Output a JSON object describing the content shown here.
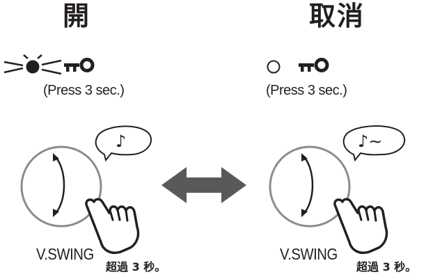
{
  "left_panel": {
    "title": "開",
    "press_hint": "(Press 3 sec.)",
    "button_label": "V.SWING",
    "duration_note": "超過 3 秒。",
    "indicator_state": "blinking",
    "speech_symbol": "♪",
    "icons": [
      "blinking-led-icon",
      "key-icon",
      "rotate-arrow-icon",
      "pressing-hand-icon",
      "speech-bubble-icon"
    ]
  },
  "right_panel": {
    "title": "取消",
    "press_hint": "(Press 3 sec.)",
    "button_label": "V.SWING",
    "duration_note": "超過 3 秒。",
    "indicator_state": "off",
    "speech_symbol": "♪∼",
    "icons": [
      "led-off-icon",
      "key-icon",
      "rotate-arrow-icon",
      "pressing-hand-icon",
      "speech-bubble-icon"
    ]
  },
  "center": {
    "icon": "double-arrow-icon",
    "color": "#58595b"
  },
  "colors": {
    "ink": "#231f20",
    "ring": "#8a8c8e"
  }
}
